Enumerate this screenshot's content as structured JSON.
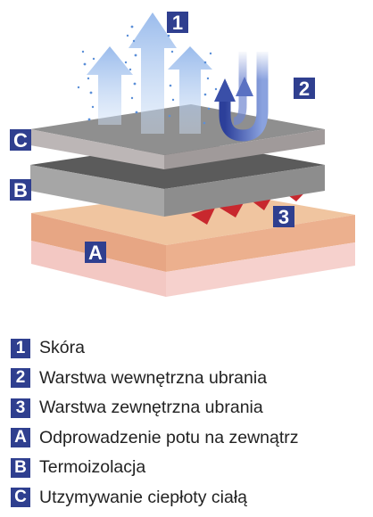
{
  "diagram": {
    "badges": {
      "one": "1",
      "two": "2",
      "three": "3",
      "a": "A",
      "b": "B",
      "c": "C"
    },
    "colors": {
      "badge": "#2f3f8f",
      "arrow_light_blue": "#a9c8ef",
      "arrow_dark_blue": "#3e53a8",
      "layer_c_top": "#8f8f8f",
      "layer_c_side": "#b5b0b0",
      "layer_b_top": "#5a5a5a",
      "layer_b_side": "#a8a8a8",
      "skin_top": "#f0c199",
      "skin_side": "#e6a383",
      "skin_bottom": "#f5cccc",
      "triangles": "#c8282e"
    }
  },
  "legend": {
    "items": [
      {
        "badge": "1",
        "label": "Skóra"
      },
      {
        "badge": "2",
        "label": "Warstwa wewnętrzna ubrania"
      },
      {
        "badge": "3",
        "label": "Warstwa zewnętrzna ubrania"
      },
      {
        "badge": "A",
        "label": "Odprowadzenie potu na zewnątrz"
      },
      {
        "badge": "B",
        "label": "Termoizolacja"
      },
      {
        "badge": "C",
        "label": "Utzymywanie ciepłoty ciałą"
      }
    ]
  }
}
